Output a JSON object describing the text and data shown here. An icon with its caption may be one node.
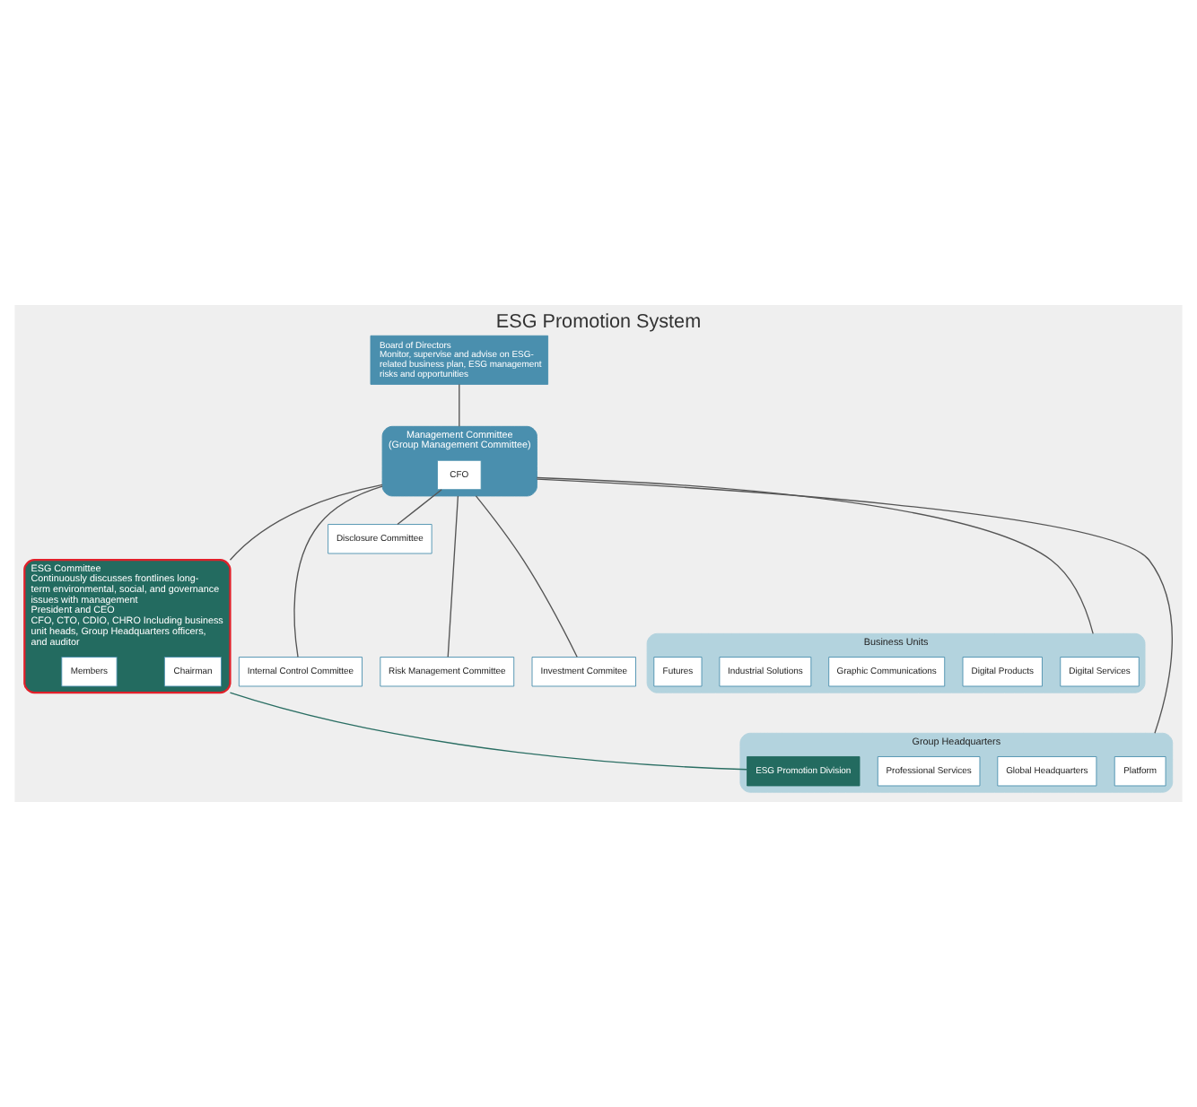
{
  "diagram": {
    "title": "ESG Promotion System",
    "nodes": [
      {
        "text": [
          "Board of Directors",
          "Monitor, supervise and advise on ESG-related business plan, ESG management risks and opportunities"
        ]
      },
      {
        "text": [
          "Management Committee",
          "(Group Management Committee)"
        ]
      },
      {
        "text": [
          "CFO"
        ],
        "in": 1
      },
      {
        "text": [
          "ESG Committee",
          "Continuously discusses frontlines long-term environmental, social, and governance issues with management",
          "President and CEO",
          "CFO, CTO, CDIO, CHRO Including business unit heads, Group Headquarters officers, and auditor"
        ]
      },
      {
        "text": [
          "Chairman"
        ],
        "in": 3
      },
      {
        "text": [
          "Members"
        ],
        "in": 3
      },
      {
        "text": [
          "Internal Control Committee"
        ]
      },
      {
        "text": [
          "Disclosure Committee"
        ]
      },
      {
        "text": [
          "Risk Management Committee"
        ]
      },
      {
        "text": [
          "Investment Commitee"
        ]
      },
      {
        "text": [
          "Business Units"
        ]
      },
      {
        "text": [
          "Digital Services"
        ],
        "in": 10
      },
      {
        "text": [
          "Digital Products"
        ],
        "in": 10
      },
      {
        "text": [
          "Graphic Communications"
        ],
        "in": 10
      },
      {
        "text": [
          "Industrial Solutions"
        ],
        "in": 10
      },
      {
        "text": [
          "Futures"
        ],
        "in": 10
      },
      {
        "text": [
          "Group Headquarters"
        ]
      },
      {
        "text": [
          "Platform"
        ],
        "in": 16
      },
      {
        "text": [
          "Global Headquarters"
        ],
        "in": 16
      },
      {
        "text": [
          "Professional Services"
        ],
        "in": 16
      },
      {
        "text": [
          "ESG Promotion Division"
        ],
        "in": 16
      }
    ],
    "edges": [
      {
        "from": 0,
        "to": 1,
        "arrow": "none"
      },
      {
        "from": 1,
        "to": 3,
        "arrow": "none"
      },
      {
        "from": 1,
        "to": 6,
        "arrow": "none"
      },
      {
        "from": 2,
        "to": 7,
        "arrow": "none"
      },
      {
        "from": 1,
        "to": 8,
        "arrow": "none"
      },
      {
        "from": 1,
        "to": 9,
        "arrow": "none"
      },
      {
        "from": 1,
        "to": 10,
        "arrow": "none"
      },
      {
        "from": 1,
        "to": 16,
        "arrow": "none"
      },
      {
        "from": 3,
        "to": 20,
        "arrow": "none",
        "color": "#2a6e63"
      }
    ]
  }
}
